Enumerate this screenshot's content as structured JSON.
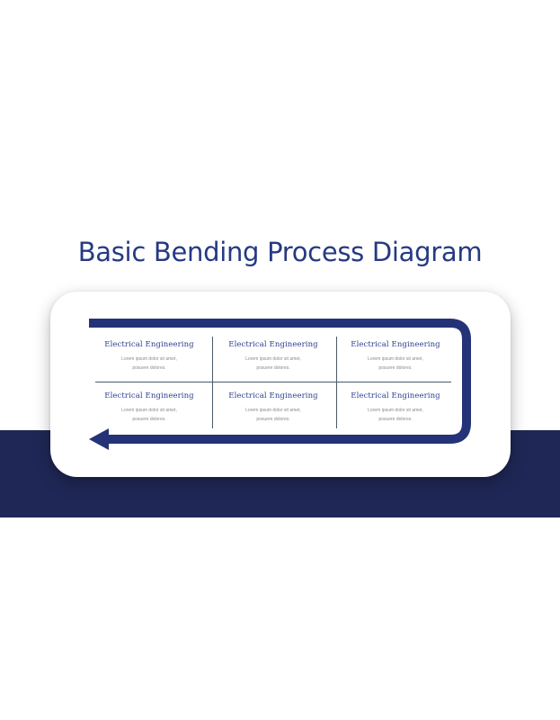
{
  "slide": {
    "title": "Basic Bending Process Diagram",
    "footer": "...........",
    "colors": {
      "primary": "#253a82",
      "band": "#1f2756",
      "text_muted": "#8a8a8a"
    }
  },
  "diagram": {
    "cells": [
      {
        "title": "Electrical Engineering",
        "line1": "Lorem ipsum dolor sit amet,",
        "line2": "posuere dolores."
      },
      {
        "title": "Electrical Engineering",
        "line1": "Lorem ipsum dolor sit amet,",
        "line2": "posuere dolores."
      },
      {
        "title": "Electrical Engineering",
        "line1": "Lorem ipsum dolor sit amet,",
        "line2": "posuere dolores."
      },
      {
        "title": "Electrical Engineering",
        "line1": "Lorem ipsum dolor sit amet,",
        "line2": "posuere dolores."
      },
      {
        "title": "Electrical Engineering",
        "line1": "Lorem ipsum dolor sit amet,",
        "line2": "posuere dolores."
      },
      {
        "title": "Electrical Engineering",
        "line1": "Lorem ipsum dolor sit amet,",
        "line2": "posuere dolores."
      }
    ]
  }
}
